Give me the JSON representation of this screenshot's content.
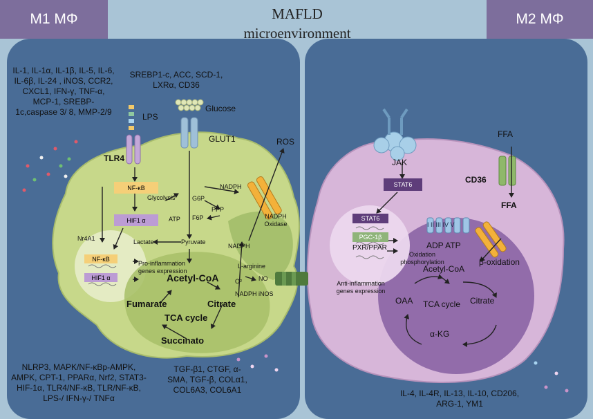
{
  "header": {
    "m1_label": "M1 MΦ",
    "m2_label": "M2 MΦ",
    "title_line1": "MAFLD",
    "title_line2": "microenvironment"
  },
  "m1": {
    "cytokines": "IL-1, IL-1α, IL-1β, IL-5, IL-6, IL-6β, IL-24 , iNOS, CCR2, CXCL1, IFN-γ, TNF-α, MCP-1, SREBP-1c,caspase 3/ 8, MMP-2/9",
    "lipid_genes": "SREBP1-c,  ACC, SCD-1,  LXRα, CD36",
    "glucose": "Glucose",
    "lps": "LPS",
    "glut1": "GLUT1",
    "tlr4": "TLR4",
    "nfkb_box": "NF-κB",
    "hif1a_box": "HIF1 α",
    "nr4a1": "Nr4A1",
    "glycolysis": "Glycolysis",
    "g6p": "G6P",
    "nadph_top": "NADPH",
    "ppp": "PPP",
    "atp": "ATP",
    "f6p": "F6P",
    "lactate": "Lactate",
    "pyruvate": "Pyruvate",
    "nucleus_nfkb": "NF-κB",
    "nucleus_hif1a": "HIF1 α",
    "pro_inflammation": "Pro-inflammation genes expression",
    "acetyl_coa": "Acetyl-CoA",
    "fumarate": "Fumarate",
    "citrate": "Citrate",
    "tca_cycle": "TCA cycle",
    "succinato": "Succinato",
    "ros": "ROS",
    "nadph_oxidase": "NADPH Oxidase",
    "nadph_mid": "NADPH",
    "l_arginine": "L-arginine",
    "o2": "O²",
    "no": "NO",
    "nadph_inos": "NADPH iNOS",
    "pathways": "NLRP3, MAPK/NF-κBp-AMPK, AMPK, CPT-1, PPARα, Nrf2, STAT3-HIF-1α, TLR4/NF-κB, TLR/NF-κB, LPS-/ IFN-γ-/ TNFα",
    "fibrosis": "TGF-β1, CTGF, α-SMA, TGF-β, COLα1,  COL6A3, COL6A1"
  },
  "m2": {
    "jak": "JAK",
    "stat6_box": "STAT6",
    "ffa_top": "FFA",
    "cd36": "CD36",
    "ffa_bottom": "FFA",
    "nucleus_stat6": "STAT6",
    "pgc1b": "PGC-1β",
    "pxr_ppar": "PXR/PPAR",
    "oxphos": "Oxidation phosphorylation",
    "anti_inflammation": "Anti-inflammation genes expression",
    "complexes": "I II III IV V",
    "adp_atp": "ADP ATP",
    "beta_oxidation": "β-oxidation",
    "acetyl_coa": "Acetyl-CoA",
    "oaa": "OAA",
    "tca_cycle": "TCA cycle",
    "citrate": "Citrate",
    "akg": "α-KG",
    "markers": "IL-4,  IL-4R, IL-13, IL-10, CD206, ARG-1, YM1"
  },
  "colors": {
    "background": "#a9c4d6",
    "panel": "#496c96",
    "header": "#7d6e9c",
    "m1_cell": "#c7d88a",
    "m2_cell": "#d7b6d9",
    "m2_mito": "#8e68a8",
    "stat6": "#5e3d7a",
    "nfkb": "#f5cf78",
    "hif1a": "#bc9cd4",
    "pgc1b": "#8fb47a"
  }
}
